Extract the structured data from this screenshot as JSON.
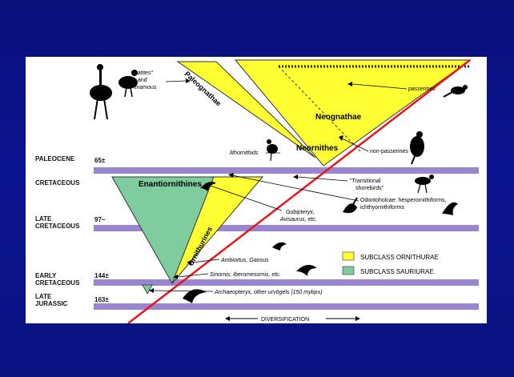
{
  "colors": {
    "background": "#0b1490",
    "panel": "#ffffff",
    "band": "#9a86d0",
    "ornithurae": "#ffff33",
    "saururae": "#7fcc9f",
    "diversification_line": "#e8161a"
  },
  "periods": [
    {
      "name": "PALEOCENE",
      "age": "65±"
    },
    {
      "name": "CRETACEOUS",
      "age": ""
    },
    {
      "name": "LATE\nCRETACEOUS",
      "age": "97~"
    },
    {
      "name": "EARLY\nCRETACEOUS",
      "age": "144±"
    },
    {
      "name": "LATE\nJURASSIC",
      "age": "163±"
    }
  ],
  "groups": {
    "paleognathae": "Paleognathae",
    "neognathae": "Neognathae",
    "neornithes": "Neornithes",
    "enantiornithines": "Enantiornithines",
    "ornithurines": "Ornithurines"
  },
  "annotations": {
    "ratites_1": "\"ratites\"",
    "ratites_2": "and",
    "ratites_3": "tinamous",
    "passerines": "passerines",
    "non_passerines": "non-passerines",
    "lithornithids": "lithornithids",
    "transitional_1": "\"Transitional",
    "transitional_2": "shorebirds\"",
    "odontoholcae_1": "Odontoholcae: hesperornithiforms,",
    "odontoholcae_2": "ichthyornithiforms",
    "gobipteryx_1": "Gobipteryx,",
    "gobipteryx_2": "Avisaurus, etc.",
    "ambiortus": "Ambiortus, Gansus",
    "sinornis": "Sinornis, Iberomesornis, etc.",
    "archaeopteryx": "Archaeopteryx, other urvögels (150 mybp±)"
  },
  "legend": [
    {
      "label": "SUBCLASS ORNITHURAE",
      "color": "#ffff33"
    },
    {
      "label": "SUBCLASS SAURIURAE",
      "color": "#7fcc9f"
    }
  ],
  "axis": {
    "diversification": "DIVERSIFICATION"
  }
}
